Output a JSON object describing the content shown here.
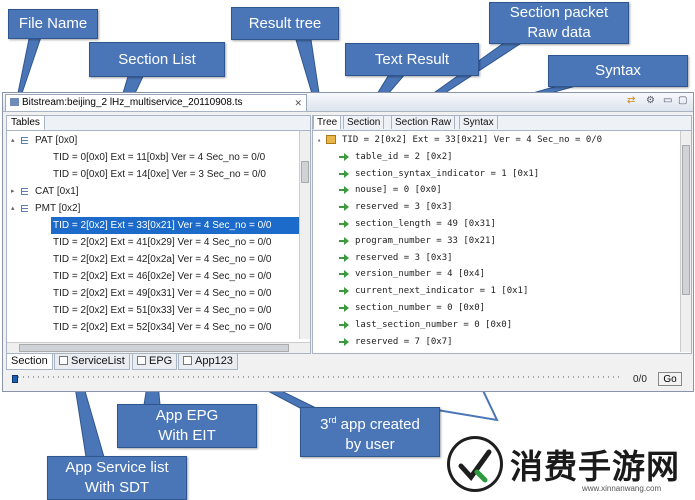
{
  "callouts": {
    "file_name": "File Name",
    "section_list": "Section List",
    "result_tree": "Result tree",
    "section_packet_line1": "Section packet",
    "section_packet_line2": "Raw data",
    "text_result": "Text Result",
    "syntax": "Syntax",
    "app_epg_line1": "App EPG",
    "app_epg_line2": "With EIT",
    "third_app_pre": "3",
    "third_app_sup": "rd",
    "third_app_post": " app created",
    "third_app_line2": "by user",
    "app_service_line1": "App Service list",
    "app_service_line2": "With SDT"
  },
  "window": {
    "file_tab": "Bitstream:beijing_2  lHz_multiservice_20110908.ts",
    "file_tab_close": "✕",
    "left_tab": "Tables",
    "tree": [
      {
        "label": "PAT [0x0]",
        "level": 0,
        "expander": "▴",
        "icon": "list-icon"
      },
      {
        "label": "TID = 0[0x0] Ext = 11[0xb] Ver = 4 Sec_no = 0/0",
        "level": 1
      },
      {
        "label": "TID = 0[0x0] Ext = 14[0xe] Ver = 3 Sec_no = 0/0",
        "level": 1
      },
      {
        "label": "CAT [0x1]",
        "level": 0,
        "expander": "▸",
        "icon": "list-icon"
      },
      {
        "label": "PMT [0x2]",
        "level": 0,
        "expander": "▴",
        "icon": "list-icon"
      },
      {
        "label": "TID = 2[0x2] Ext = 33[0x21] Ver = 4 Sec_no = 0/0",
        "level": 1,
        "selected": true
      },
      {
        "label": "TID = 2[0x2] Ext = 41[0x29] Ver = 4 Sec_no = 0/0",
        "level": 1
      },
      {
        "label": "TID = 2[0x2] Ext = 42[0x2a] Ver = 4 Sec_no = 0/0",
        "level": 1
      },
      {
        "label": "TID = 2[0x2] Ext = 46[0x2e] Ver = 4 Sec_no = 0/0",
        "level": 1
      },
      {
        "label": "TID = 2[0x2] Ext = 49[0x31] Ver = 4 Sec_no = 0/0",
        "level": 1
      },
      {
        "label": "TID = 2[0x2] Ext = 51[0x33] Ver = 4 Sec_no = 0/0",
        "level": 1
      },
      {
        "label": "TID = 2[0x2] Ext = 52[0x34] Ver = 4 Sec_no = 0/0",
        "level": 1
      }
    ],
    "right_tabs": [
      "Tree",
      "Section",
      "Section Raw",
      "Syntax"
    ],
    "result_root": "TID = 2[0x2] Ext = 33[0x21] Ver = 4 Sec_no = 0/0",
    "result_fields": [
      "table_id = 2 [0x2]",
      "section_syntax_indicator = 1 [0x1]",
      "nouse] = 0 [0x0]",
      "reserved = 3 [0x3]",
      "section_length = 49 [0x31]",
      "program_number = 33 [0x21]",
      "reserved = 3 [0x3]",
      "version_number = 4 [0x4]",
      "current_next_indicator = 1 [0x1]",
      "section_number = 0 [0x0]",
      "last_section_number = 0 [0x0]",
      "reserved = 7 [0x7]"
    ],
    "bottom_tabs": [
      "Section",
      "ServiceList",
      "EPG",
      "App123"
    ],
    "counter": "0/0",
    "go_label": "Go",
    "progress_fraction": 0.0
  },
  "watermark": {
    "text": "消费手游网",
    "url": "www.xinnanwang.com"
  },
  "colors": {
    "callout_fill": "#4a76b8",
    "selection": "#1c6ac9",
    "field_icon": "#3e9a3e"
  }
}
